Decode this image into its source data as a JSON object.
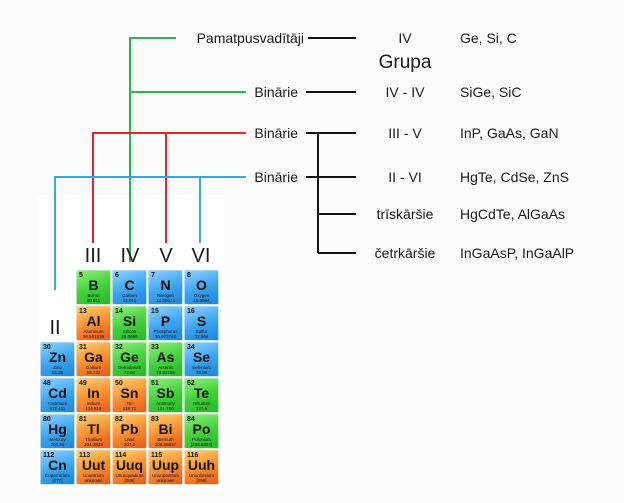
{
  "groups": [
    "II",
    "III",
    "IV",
    "V",
    "VI"
  ],
  "rows": [
    {
      "label": "Pamatpusvadītāji",
      "group": "IV",
      "examples": "Ge, Si, C"
    },
    {
      "label": "Binārie",
      "group": "IV - IV",
      "examples": "SiGe, SiC"
    },
    {
      "label": "Binārie",
      "group": "III - V",
      "examples": "InP, GaAs, GaN"
    },
    {
      "label": "Binārie",
      "group": "II - VI",
      "examples": "HgTe, CdSe, ZnS"
    },
    {
      "label": "",
      "group": "trīskāršie",
      "examples": "HgCdTe, AlGaAs"
    },
    {
      "label": "",
      "group": "četrkāršie",
      "examples": "InGaAsP, InGaAlP"
    }
  ],
  "grupa_label": "Grupa",
  "colors": {
    "green": "#2fb34a",
    "red": "#e0262b",
    "blue": "#3aa6dc",
    "black": "#111111"
  },
  "elements": [
    [
      null,
      {
        "num": "5",
        "sym": "B",
        "name": "Boron",
        "mass": "10.811",
        "color": "green"
      },
      {
        "num": "6",
        "sym": "C",
        "name": "Carbon",
        "mass": "12.011",
        "color": "blue"
      },
      {
        "num": "7",
        "sym": "N",
        "name": "Nitrogen",
        "mass": "14.00674",
        "color": "blue"
      },
      {
        "num": "8",
        "sym": "O",
        "name": "Oxygen",
        "mass": "15.9994",
        "color": "blue"
      }
    ],
    [
      null,
      {
        "num": "13",
        "sym": "Al",
        "name": "Aluminum",
        "mass": "26.981539",
        "color": "orange"
      },
      {
        "num": "14",
        "sym": "Si",
        "name": "Silicon",
        "mass": "28.0855",
        "color": "green"
      },
      {
        "num": "15",
        "sym": "P",
        "name": "Phosphorus",
        "mass": "30.973762",
        "color": "blue"
      },
      {
        "num": "16",
        "sym": "S",
        "name": "Sulfur",
        "mass": "32.066",
        "color": "blue"
      }
    ],
    [
      {
        "num": "30",
        "sym": "Zn",
        "name": "Zinc",
        "mass": "65.39",
        "color": "blue"
      },
      {
        "num": "31",
        "sym": "Ga",
        "name": "Gallium",
        "mass": "69.732",
        "color": "orange"
      },
      {
        "num": "32",
        "sym": "Ge",
        "name": "Germanium",
        "mass": "72.64",
        "color": "green"
      },
      {
        "num": "33",
        "sym": "As",
        "name": "Arsenic",
        "mass": "74.92159",
        "color": "green"
      },
      {
        "num": "34",
        "sym": "Se",
        "name": "Selenium",
        "mass": "78.96",
        "color": "blue"
      }
    ],
    [
      {
        "num": "48",
        "sym": "Cd",
        "name": "Cadmium",
        "mass": "112.411",
        "color": "blue"
      },
      {
        "num": "49",
        "sym": "In",
        "name": "Indium",
        "mass": "114.818",
        "color": "orange"
      },
      {
        "num": "50",
        "sym": "Sn",
        "name": "Tin",
        "mass": "118.71",
        "color": "orange"
      },
      {
        "num": "51",
        "sym": "Sb",
        "name": "Antimony",
        "mass": "121.760",
        "color": "green"
      },
      {
        "num": "52",
        "sym": "Te",
        "name": "Tellurium",
        "mass": "127.6",
        "color": "green"
      }
    ],
    [
      {
        "num": "80",
        "sym": "Hg",
        "name": "Mercury",
        "mass": "200.59",
        "color": "blue"
      },
      {
        "num": "81",
        "sym": "Tl",
        "name": "Thallium",
        "mass": "204.3833",
        "color": "orange"
      },
      {
        "num": "82",
        "sym": "Pb",
        "name": "Lead",
        "mass": "207.2",
        "color": "orange"
      },
      {
        "num": "83",
        "sym": "Bi",
        "name": "Bismuth",
        "mass": "208.98037",
        "color": "orange"
      },
      {
        "num": "84",
        "sym": "Po",
        "name": "Polonium",
        "mass": "[208.9824]",
        "color": "green"
      }
    ],
    [
      {
        "num": "112",
        "sym": "Cn",
        "name": "Copernicium",
        "mass": "[277]",
        "color": "blue"
      },
      {
        "num": "113",
        "sym": "Uut",
        "name": "Ununtrium",
        "mass": "unknown",
        "color": "orange"
      },
      {
        "num": "114",
        "sym": "Uuq",
        "name": "Ununquadium",
        "mass": "[289]",
        "color": "orange"
      },
      {
        "num": "115",
        "sym": "Uup",
        "name": "Ununpentium",
        "mass": "unknown",
        "color": "orange"
      },
      {
        "num": "116",
        "sym": "Uuh",
        "name": "Ununhexium",
        "mass": "[298]",
        "color": "orange"
      }
    ]
  ]
}
